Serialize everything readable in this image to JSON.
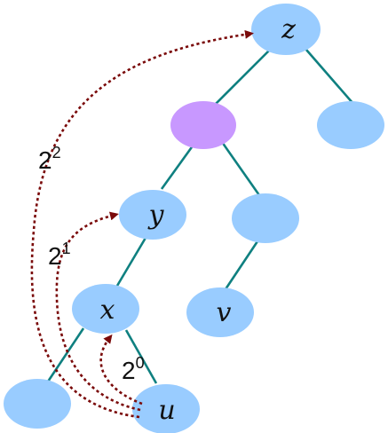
{
  "nodes": {
    "z": {
      "label": "z",
      "color": "#99ccff"
    },
    "mid": {
      "label": "",
      "color": "#c898ff"
    },
    "z_right_child": {
      "label": "",
      "color": "#99ccff"
    },
    "y": {
      "label": "y",
      "color": "#99ccff"
    },
    "mid_right_child": {
      "label": "",
      "color": "#99ccff"
    },
    "x": {
      "label": "x",
      "color": "#99ccff"
    },
    "v": {
      "label": "v",
      "color": "#99ccff"
    },
    "x_left_child": {
      "label": "",
      "color": "#99ccff"
    },
    "u": {
      "label": "u",
      "color": "#99ccff"
    }
  },
  "jumps": [
    {
      "from": "u",
      "to": "x",
      "base": "2",
      "exponent": "0"
    },
    {
      "from": "u",
      "to": "y",
      "base": "2",
      "exponent": "1"
    },
    {
      "from": "u",
      "to": "z",
      "base": "2",
      "exponent": "2"
    }
  ],
  "colors": {
    "edge": "#0f8080",
    "node": "#99ccff",
    "highlight_node": "#c898ff",
    "jump_arrow": "#7a0a0a"
  }
}
